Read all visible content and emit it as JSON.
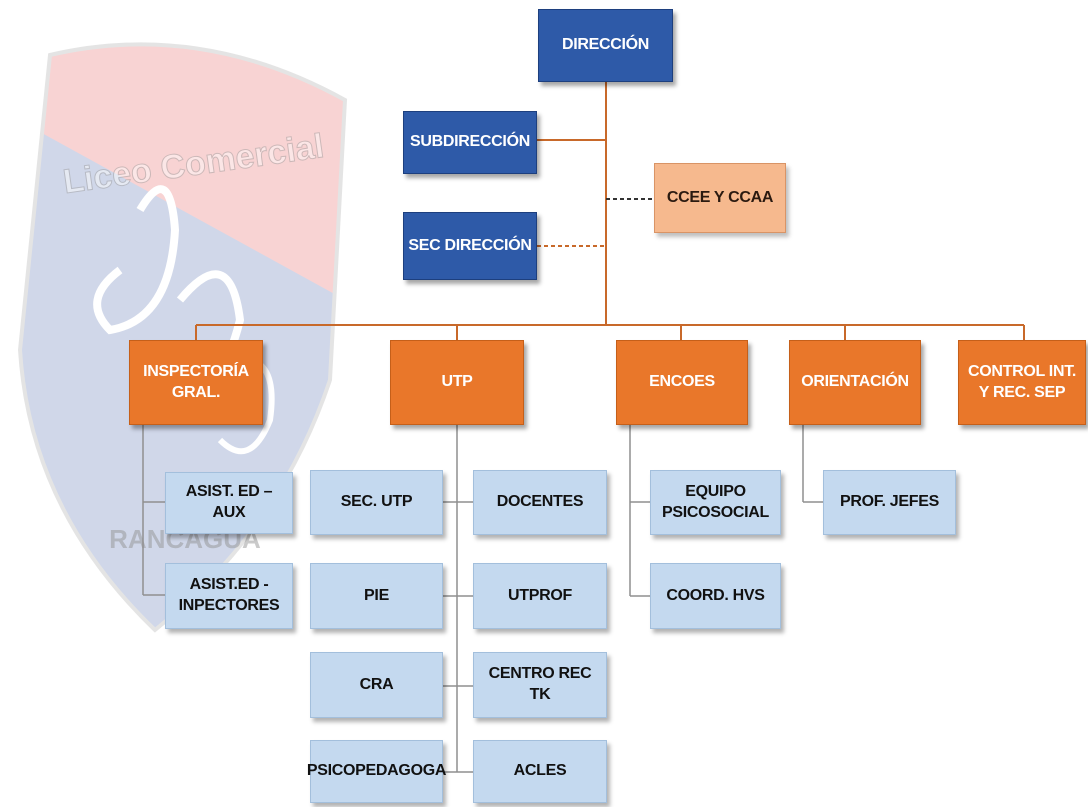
{
  "colors": {
    "primary": "#2e5aa8",
    "area": "#e9772a",
    "committee": "#f6b98e",
    "unit": "#c4d9ef",
    "connector": "#c8692a"
  },
  "watermark": {
    "motto": "Liceo Comercial",
    "city": "RANCAGUA"
  },
  "nodes": {
    "direccion": "DIRECCIÓN",
    "subdireccion": "SUBDIRECCIÓN",
    "sec_direccion": "SEC DIRECCIÓN",
    "ccee": "CCEE Y CCAA",
    "inspectoria": [
      "INSPECTORÍA",
      "GRAL."
    ],
    "utp": "UTP",
    "encoes": "ENCOES",
    "orientacion": "ORIENTACIÓN",
    "control": [
      "CONTROL INT.",
      "Y REC. SEP"
    ],
    "asist_aux": "ASIST. ED –AUX",
    "asist_insp": [
      "ASIST.ED -",
      "INPECTORES"
    ],
    "sec_utp": "SEC. UTP",
    "pie": "PIE",
    "cra": "CRA",
    "psicopedagoga": "PSICOPEDAGOGA",
    "docentes": "DOCENTES",
    "utprof": "UTPROF",
    "centro_rec": "CENTRO REC TK",
    "acles": "ACLES",
    "equipo": [
      "EQUIPO",
      "PSICOSOCIAL"
    ],
    "coord": "COORD. HVS",
    "prof_jefes": "PROF. JEFES"
  }
}
